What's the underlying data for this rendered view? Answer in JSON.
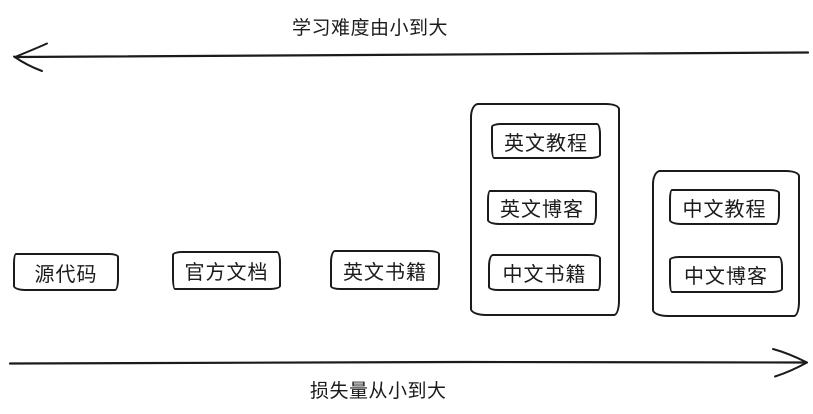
{
  "colors": {
    "ink": "#1b1b1b",
    "background": "#ffffff"
  },
  "axes": {
    "top": {
      "label": "学习难度由小到大",
      "direction": "left"
    },
    "bottom": {
      "label": "损失量从小到大",
      "direction": "right"
    }
  },
  "nodes": [
    {
      "id": "source-code",
      "label": "源代码"
    },
    {
      "id": "official-docs",
      "label": "官方文档"
    },
    {
      "id": "english-books",
      "label": "英文书籍"
    }
  ],
  "groups": [
    {
      "id": "group-english-tutorial-blog-chinese-book",
      "items": [
        {
          "id": "english-tutorials",
          "label": "英文教程"
        },
        {
          "id": "english-blogs",
          "label": "英文博客"
        },
        {
          "id": "chinese-books",
          "label": "中文书籍"
        }
      ]
    },
    {
      "id": "group-chinese-tutorial-blog",
      "items": [
        {
          "id": "chinese-tutorials",
          "label": "中文教程"
        },
        {
          "id": "chinese-blogs",
          "label": "中文博客"
        }
      ]
    }
  ]
}
